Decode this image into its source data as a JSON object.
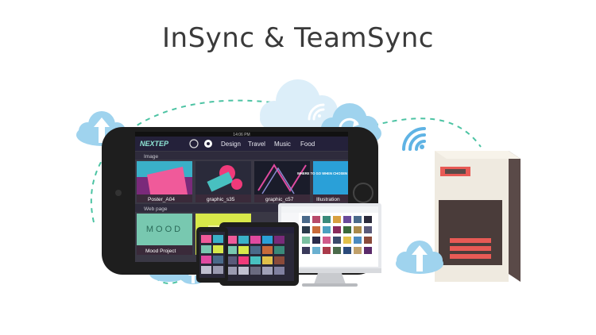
{
  "title": "InSync & TeamSync",
  "phone": {
    "status_time": "14:06 PM",
    "logo": "NEXTEP",
    "nav": [
      "Design",
      "Travel",
      "Music",
      "Food"
    ],
    "section_image": "Image",
    "section_web": "Web page",
    "thumbs": [
      "Poster_A04",
      "graphic_s35",
      "graphic_c57",
      "Illustration"
    ],
    "web_thumbs": [
      "Mood Project"
    ],
    "mood_text": "MOOD",
    "poster_text": "WHERE TO GO WHEN CHOSEN BY YOU"
  },
  "colors": {
    "cloud": "#9fd3ee",
    "cloud_dark": "#7fbfe4",
    "dashed_line": "#4cc3a3",
    "phone_body": "#1e1e1e",
    "server_body": "#efeae0",
    "server_side": "#5a4a48",
    "server_accent": "#e85a55"
  },
  "icons": [
    "upload-cloud-icon",
    "sync-cloud-icon",
    "wifi-icon",
    "upload-cloud-icon"
  ]
}
